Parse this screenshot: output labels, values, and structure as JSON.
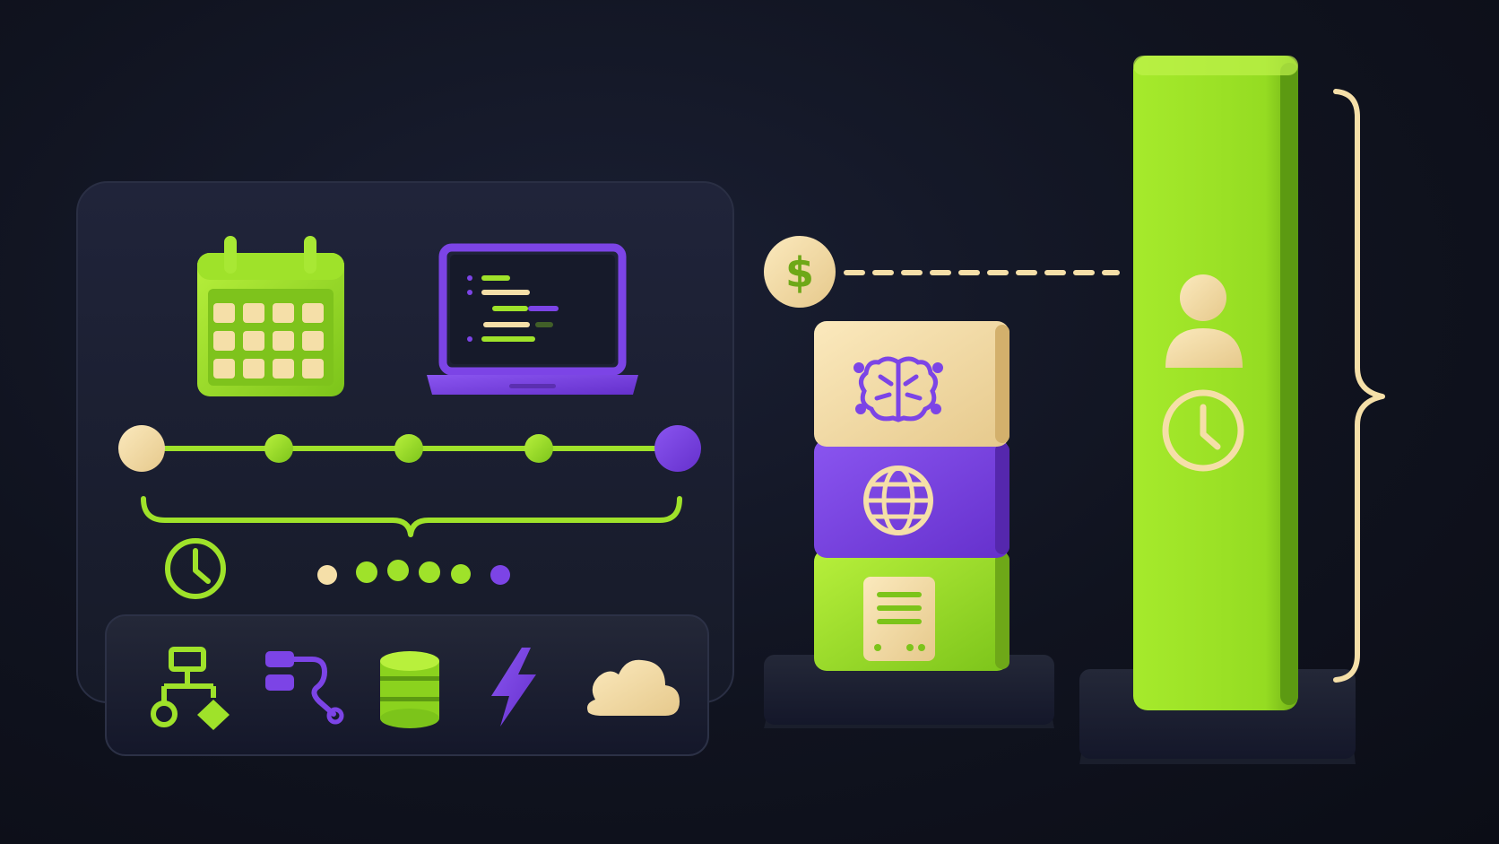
{
  "palette": {
    "background": "#11142a",
    "panel": "#1b1f2e",
    "green": "#9fe22a",
    "purple": "#7c44e6",
    "cream": "#f5dfa8",
    "dark_base": "#1e2230"
  },
  "left_panel": {
    "top_icons": [
      "calendar-icon",
      "laptop-code-icon"
    ],
    "timeline_nodes": [
      "start-node",
      "step-node",
      "step-node",
      "step-node",
      "end-node"
    ],
    "progress_dots": [
      "cream",
      "green",
      "green",
      "green",
      "green",
      "purple"
    ],
    "clock_icon": "clock-icon"
  },
  "tool_tray": {
    "icons": [
      "flowchart-icon",
      "workflow-icon",
      "database-icon",
      "lightning-icon",
      "cloud-icon"
    ]
  },
  "stack": {
    "cost_badge": "$",
    "blocks": [
      "brain-icon",
      "globe-icon",
      "server-icon"
    ]
  },
  "tall_bar": {
    "icons": [
      "user-icon",
      "clock-icon"
    ]
  }
}
